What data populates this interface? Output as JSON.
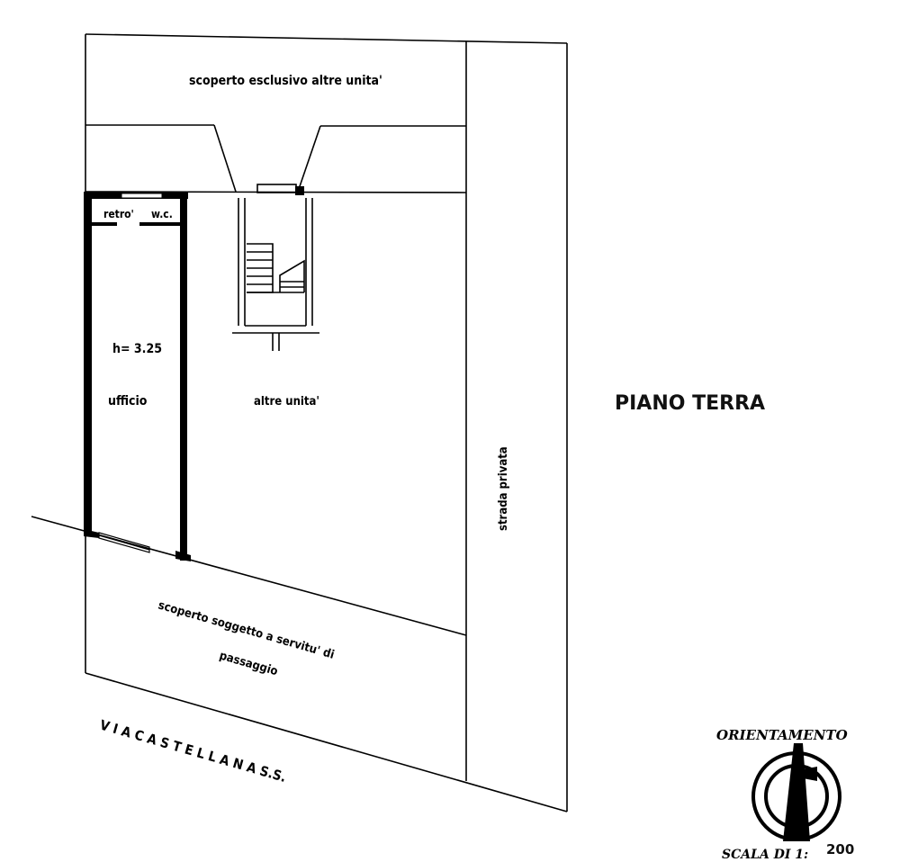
{
  "plan": {
    "title": "PIANO TERRA",
    "rooms": {
      "top_yard": "scoperto esclusivo altre unita'",
      "back_room": "retro'",
      "wc": "w.c.",
      "height": "h= 3.25",
      "office": "ufficio",
      "other_units": "altre unita'",
      "private_road": "strada  privata",
      "bottom_yard_line1": "scoperto soggetto a servitu' di",
      "bottom_yard_line2": "passaggio",
      "street": "V I A   C A S T E L L A N A   S.S."
    },
    "orientation": {
      "label": "ORIENTAMENTO",
      "scale_label": "SCALA DI 1:",
      "scale_value": "200"
    }
  }
}
